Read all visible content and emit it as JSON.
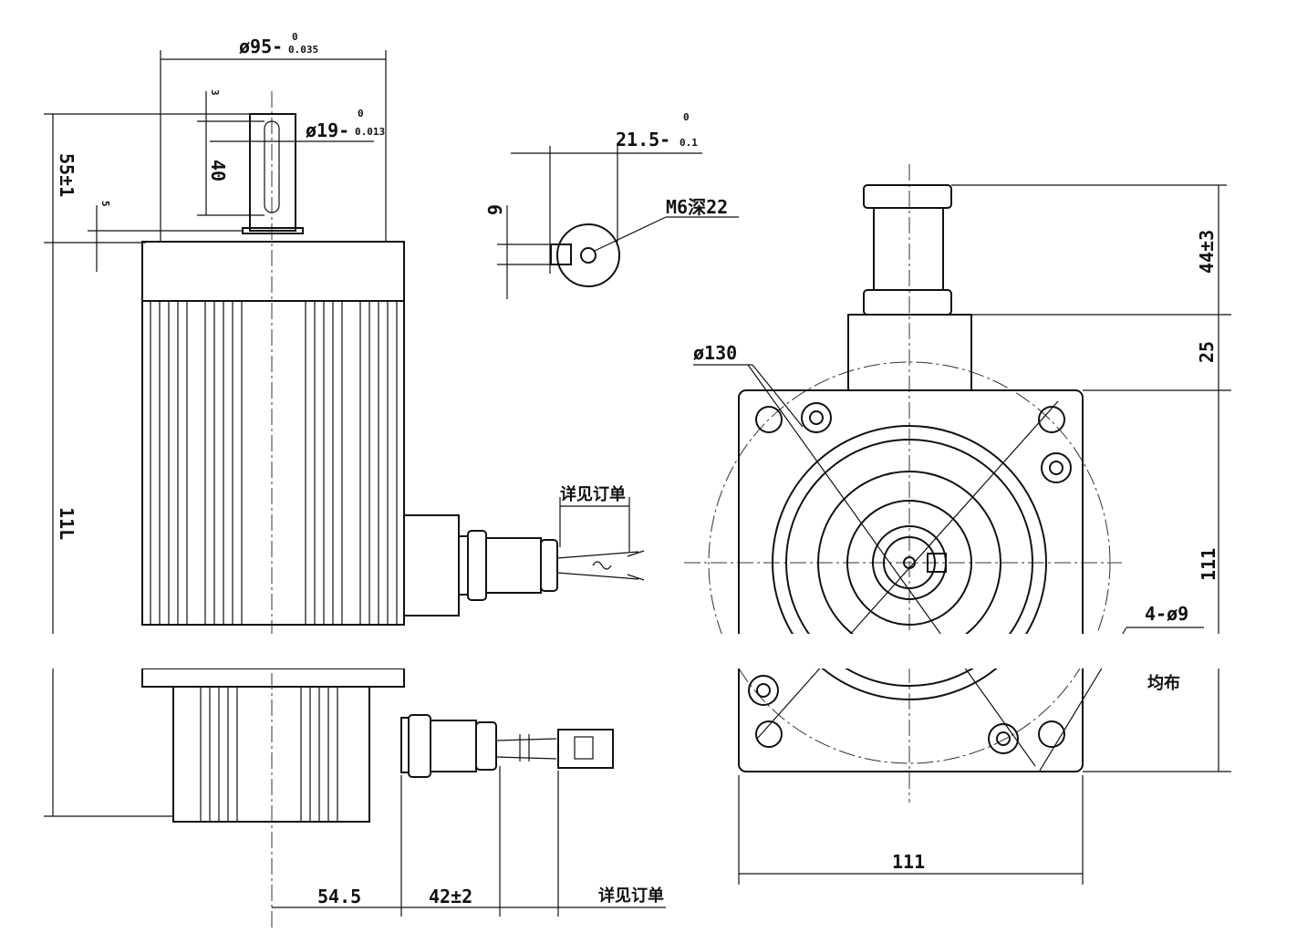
{
  "side_view": {
    "flange_diameter": "ø95-",
    "flange_tol_upper": "0",
    "flange_tol_lower": "0.035",
    "shaft_diameter": "ø19-",
    "shaft_tol_upper": "0",
    "shaft_tol_lower": "0.013",
    "key_offset": "3",
    "key_length": "40",
    "shaft_length": "55±1",
    "flange_thickness": "5",
    "body_length": "11L",
    "cable_note": "详见订单",
    "dim_54_5": "54.5",
    "dim_42": "42±2",
    "cable_note_bottom": "详见订单"
  },
  "shaft_section": {
    "width": "21.5-",
    "width_tol_upper": "0",
    "width_tol_lower": "0.1",
    "key_depth": "6",
    "thread": "M6深22"
  },
  "front_view": {
    "connector_height": "44±3",
    "box_height": "25",
    "pcd": "ø130",
    "square_side_v": "111",
    "holes": "4-ø9",
    "holes_note": "均布",
    "square_side_h": "111"
  }
}
